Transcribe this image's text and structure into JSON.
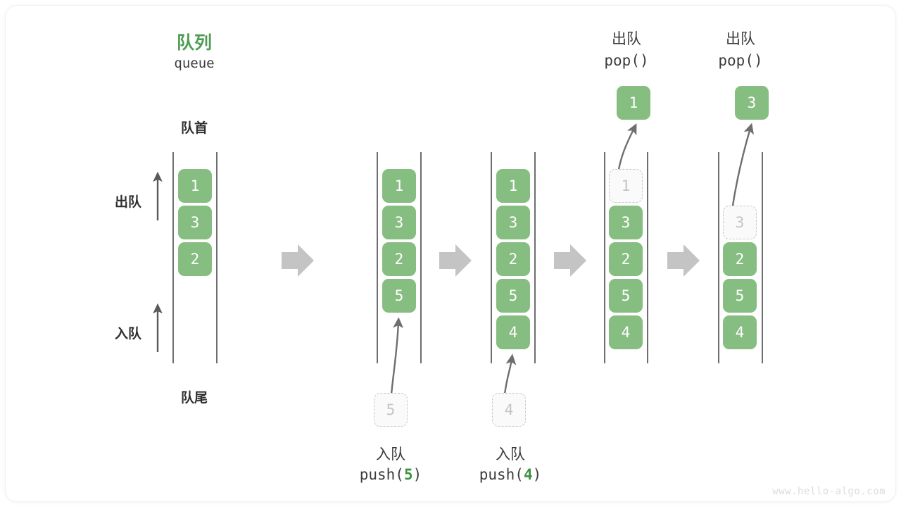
{
  "diagram": {
    "title_cn": "队列",
    "title_en": "queue",
    "front_label": "队首",
    "back_label": "队尾",
    "dequeue_label": "出队",
    "enqueue_label": "入队",
    "watermark": "www.hello-algo.com",
    "colors": {
      "element_green": "#86bd80",
      "title_green": "#4e9c52",
      "accent_green": "#3f9142",
      "rail_gray": "#4a4a4a",
      "ghost_border": "#c9c9c9",
      "ghost_text": "#c4c4c4",
      "arrow_gray": "#6e6e6e",
      "step_arrow_gray": "#c4c4c4",
      "watermark_gray": "#dcdcdc"
    }
  },
  "panels": [
    {
      "id": "panel-initial",
      "caption_cn": "",
      "caption_code": "",
      "items": [
        "1",
        "3",
        "2"
      ],
      "ghost": null,
      "popped": null
    },
    {
      "id": "panel-push-5",
      "caption_cn": "入队",
      "caption_code": "push(5)",
      "caption_code_prefix": "push(",
      "caption_code_value": "5",
      "caption_code_suffix": ")",
      "items": [
        "1",
        "3",
        "2",
        "5"
      ],
      "ghost": {
        "value": "5",
        "position": "below"
      },
      "popped": null
    },
    {
      "id": "panel-push-4",
      "caption_cn": "入队",
      "caption_code": "push(4)",
      "caption_code_prefix": "push(",
      "caption_code_value": "4",
      "caption_code_suffix": ")",
      "items": [
        "1",
        "3",
        "2",
        "5",
        "4"
      ],
      "ghost": {
        "value": "4",
        "position": "below"
      },
      "popped": null
    },
    {
      "id": "panel-pop-1",
      "caption_cn": "出队",
      "caption_code": "pop()",
      "items": [
        "3",
        "2",
        "5",
        "4"
      ],
      "ghost": {
        "value": "1",
        "position": "slot-0"
      },
      "popped": {
        "value": "1"
      }
    },
    {
      "id": "panel-pop-3",
      "caption_cn": "出队",
      "caption_code": "pop()",
      "items": [
        "2",
        "5",
        "4"
      ],
      "ghost": {
        "value": "3",
        "position": "slot-1"
      },
      "popped": {
        "value": "3"
      }
    }
  ],
  "step_arrows": [
    {
      "name": "step-arrow-1"
    },
    {
      "name": "step-arrow-2"
    },
    {
      "name": "step-arrow-3"
    },
    {
      "name": "step-arrow-4"
    }
  ]
}
